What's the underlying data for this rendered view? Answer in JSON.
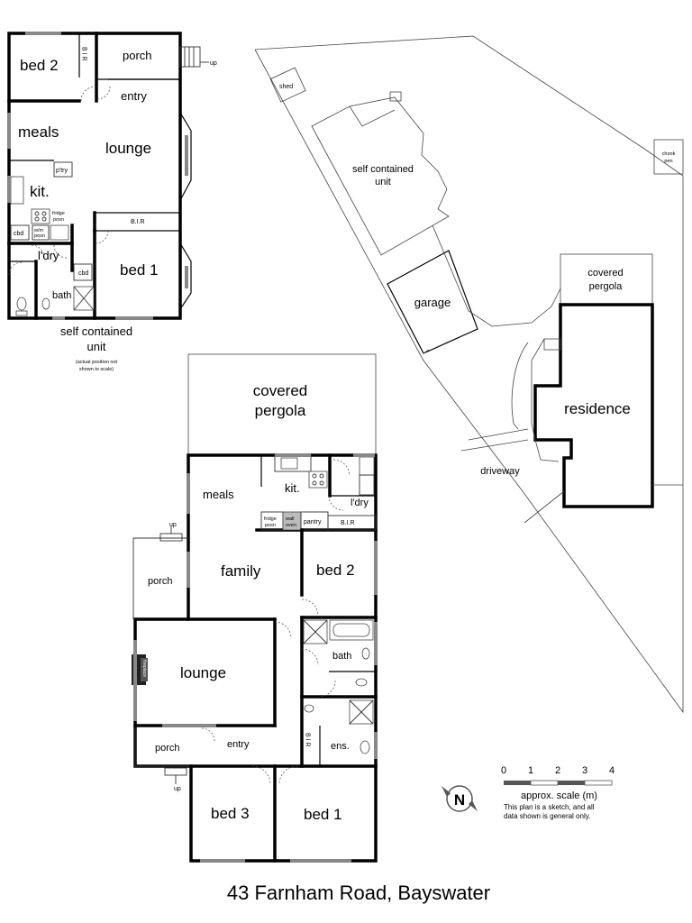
{
  "title": "43 Farnham Road, Bayswater",
  "unit_plan": {
    "rooms": {
      "bed2": "bed 2",
      "bir_top": "B I R",
      "porch": "porch",
      "up": "up",
      "entry": "entry",
      "meals": "meals",
      "lounge": "lounge",
      "ptry": "p'try",
      "kit": "kit.",
      "fridge1": "fridge",
      "fridge2": "posn",
      "bir": "B.I.R",
      "cbd_left": "cbd",
      "wm1": "w/m",
      "wm2": "posn",
      "ldry": "l'dry",
      "cbd_right": "cbd",
      "bed1": "bed 1",
      "bath": "bath"
    },
    "label_1": "self contained",
    "label_2": "unit",
    "note_1": "(actual position not",
    "note_2": "shown to scale)"
  },
  "site_plan": {
    "shed": "shed",
    "unit_1": "self contained",
    "unit_2": "unit",
    "chook_1": "chook",
    "chook_2": "pen",
    "garage": "garage",
    "pergola_1": "covered",
    "pergola_2": "pergola",
    "residence": "residence",
    "driveway": "driveway"
  },
  "main_plan": {
    "pergola_1": "covered",
    "pergola_2": "pergola",
    "meals": "meals",
    "kit": "kit.",
    "ldry": "l'dry",
    "up_top": "up",
    "fridge1": "fridge",
    "fridge2": "posn",
    "wall1": "wall",
    "wall2": "oven",
    "pantry": "pantry",
    "bir": "B.I.R",
    "porch_top": "porch",
    "family": "family",
    "bed2": "bed 2",
    "bath": "bath",
    "lounge": "lounge",
    "fireplace": "fireplace",
    "porch_bottom": "porch",
    "entry": "entry",
    "bir_v": "B I R",
    "ens": "ens.",
    "up_bottom": "up",
    "bed3": "bed 3",
    "bed1": "bed 1"
  },
  "scale": {
    "ticks": [
      "0",
      "1",
      "2",
      "3",
      "4"
    ],
    "label": "approx. scale (m)",
    "note_1": "This plan is a sketch, and all",
    "note_2": "data shown is general only."
  },
  "compass": {
    "letter": "N"
  }
}
